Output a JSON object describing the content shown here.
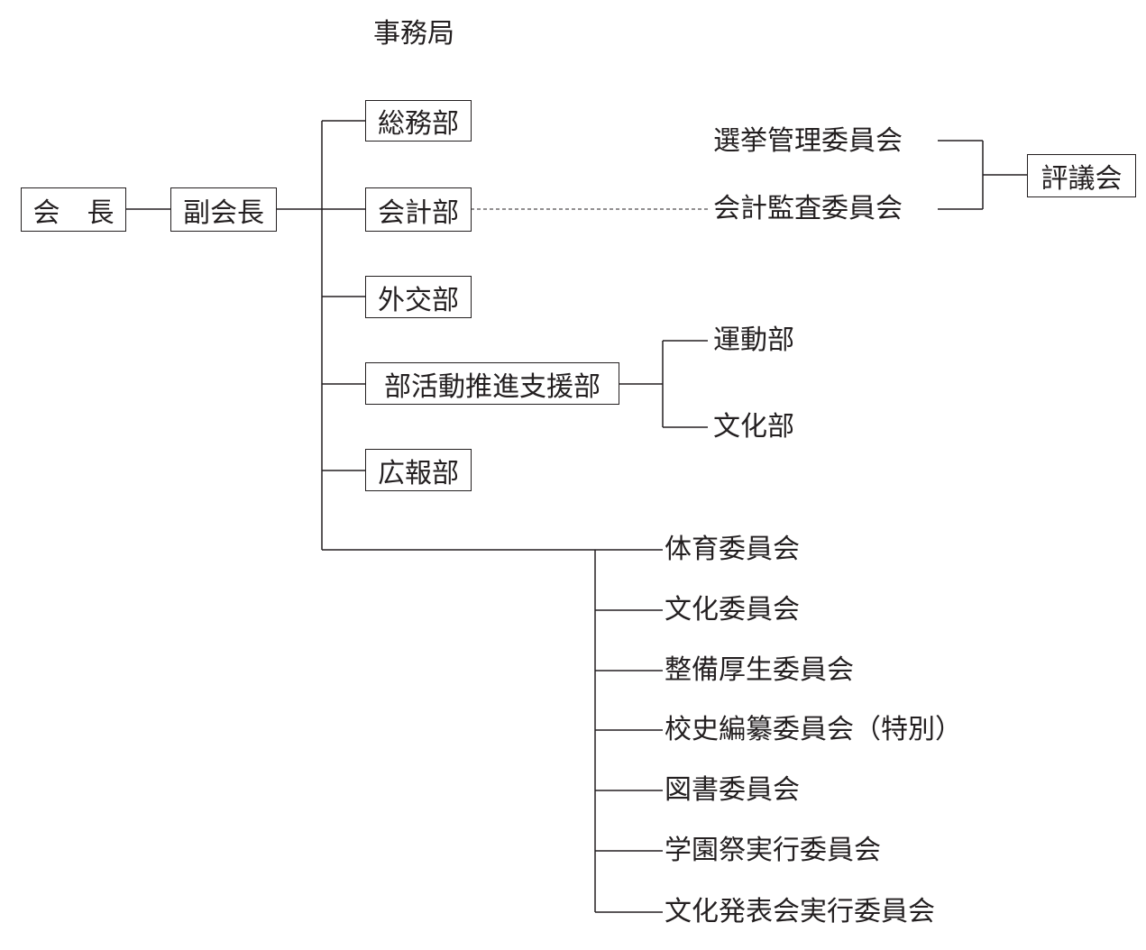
{
  "secretariat": "事務局",
  "president": "会　長",
  "vice_president": "副会長",
  "departments": [
    "総務部",
    "会計部",
    "外交部",
    "部活動推進支援部",
    "広報部"
  ],
  "club_sub": [
    "運動部",
    "文化部"
  ],
  "oversight_committees": [
    "選挙管理委員会",
    "会計監査委員会"
  ],
  "council": "評議会",
  "committees": [
    "体育委員会",
    "文化委員会",
    "整備厚生委員会",
    "校史編纂委員会（特別）",
    "図書委員会",
    "学園祭実行委員会",
    "文化発表会実行委員会"
  ]
}
